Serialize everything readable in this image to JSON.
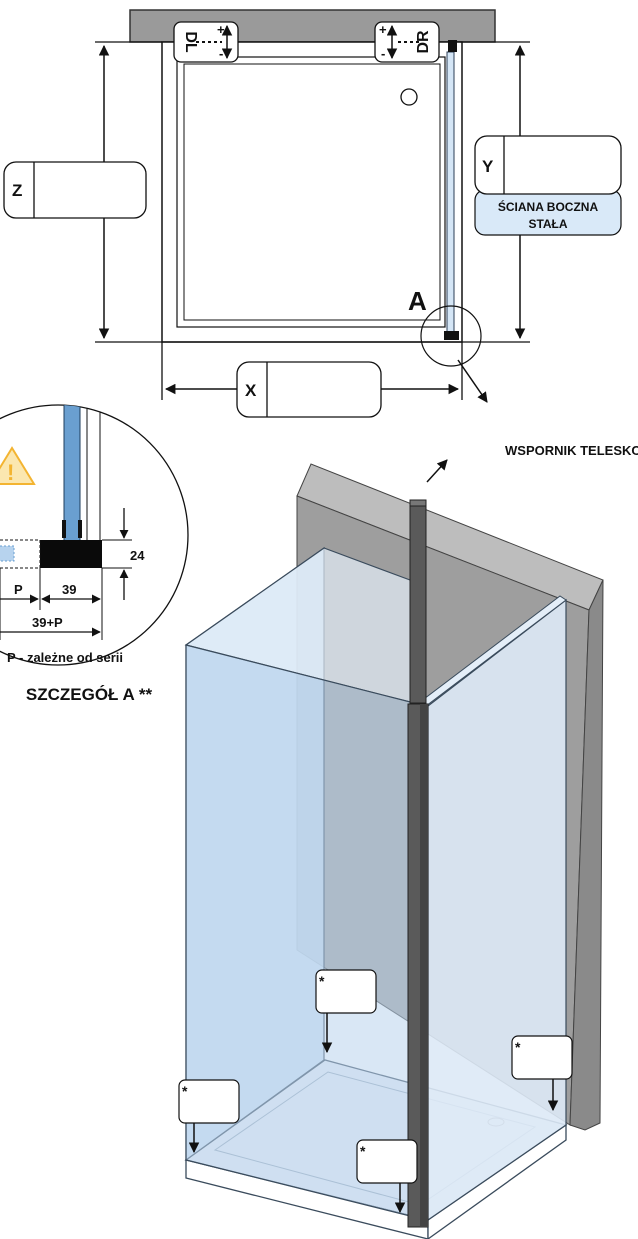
{
  "plan": {
    "corner_left": "DL",
    "corner_right": "DR",
    "plus_minus": "+ -",
    "dim_z": "Z",
    "dim_y": "Y",
    "dim_x": "X",
    "side_wall_line1": "ŚCIANA BOCZNA",
    "side_wall_line2": "STAŁA",
    "detail_marker": "A"
  },
  "callout": {
    "bracket_label": "WSPORNIK TELESKOPOWY"
  },
  "detail": {
    "dim_24": "24",
    "dim_p": "P",
    "dim_39": "39",
    "dim_39p": "39+P",
    "series_note": "P - zależne od serii",
    "warning_glyph": "!",
    "title": "SZCZEGÓŁ A **"
  },
  "height_boxes": {
    "mark": "*"
  },
  "colors": {
    "glass": "#c9def2",
    "glass_edge": "#3a4b5c",
    "wall": "#a0a0a0",
    "profile": "#5a5a5a",
    "blue_profile": "#6a9fd0",
    "warning": "#f3b431",
    "side_panel_bg": "#d9e9f8"
  }
}
